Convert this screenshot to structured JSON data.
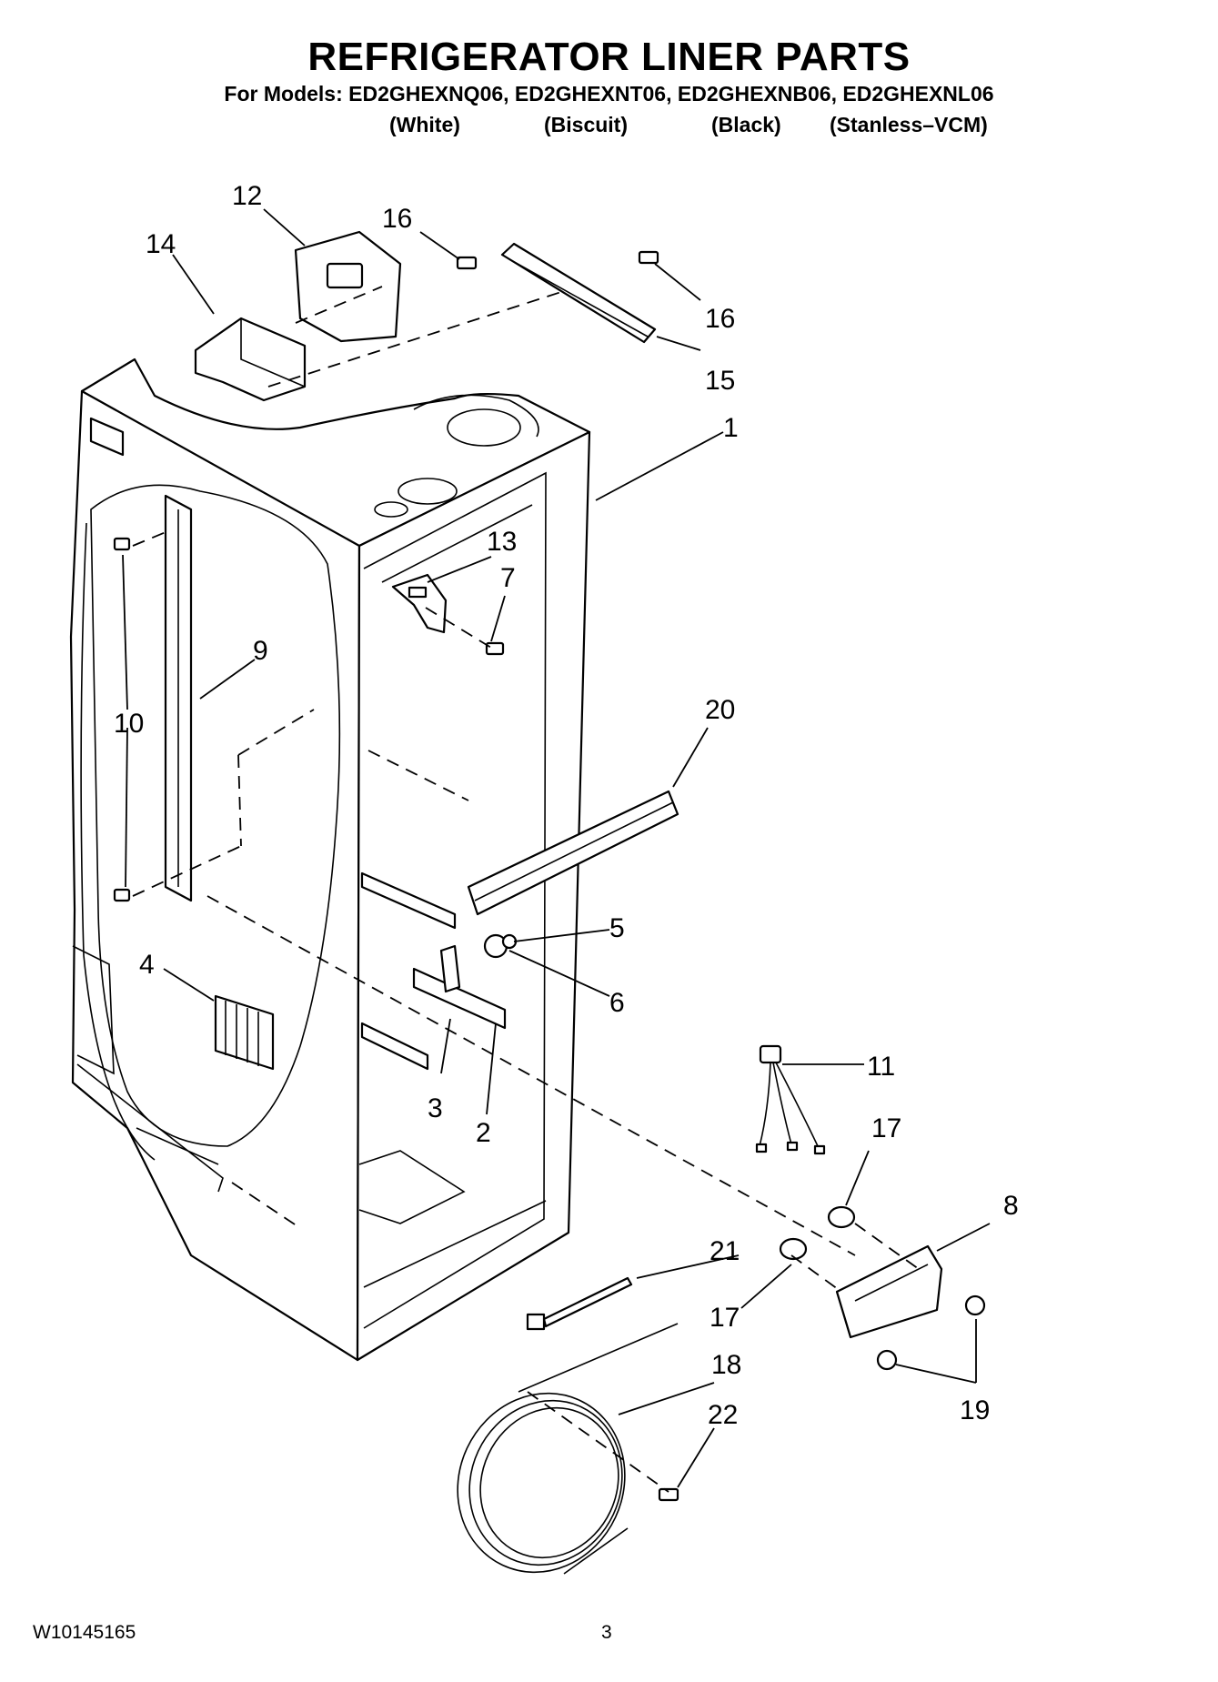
{
  "header": {
    "title": "REFRIGERATOR LINER PARTS",
    "models_line": "For Models: ED2GHEXNQ06, ED2GHEXNT06, ED2GHEXNB06, ED2GHEXNL06",
    "variants": [
      "(White)",
      "(Biscuit)",
      "(Black)",
      "(Stanless–VCM)"
    ]
  },
  "callouts": {
    "c1": "1",
    "c2": "2",
    "c3": "3",
    "c4": "4",
    "c5": "5",
    "c6": "6",
    "c7": "7",
    "c8": "8",
    "c9": "9",
    "c10": "10",
    "c11": "11",
    "c12": "12",
    "c13": "13",
    "c14": "14",
    "c15": "15",
    "c16a": "16",
    "c16b": "16",
    "c17a": "17",
    "c17b": "17",
    "c18": "18",
    "c19": "19",
    "c20": "20",
    "c21": "21",
    "c22": "22"
  },
  "footer": {
    "doc_code": "W10145165",
    "page_number": "3"
  },
  "colors": {
    "ink": "#000000",
    "paper": "#ffffff"
  }
}
